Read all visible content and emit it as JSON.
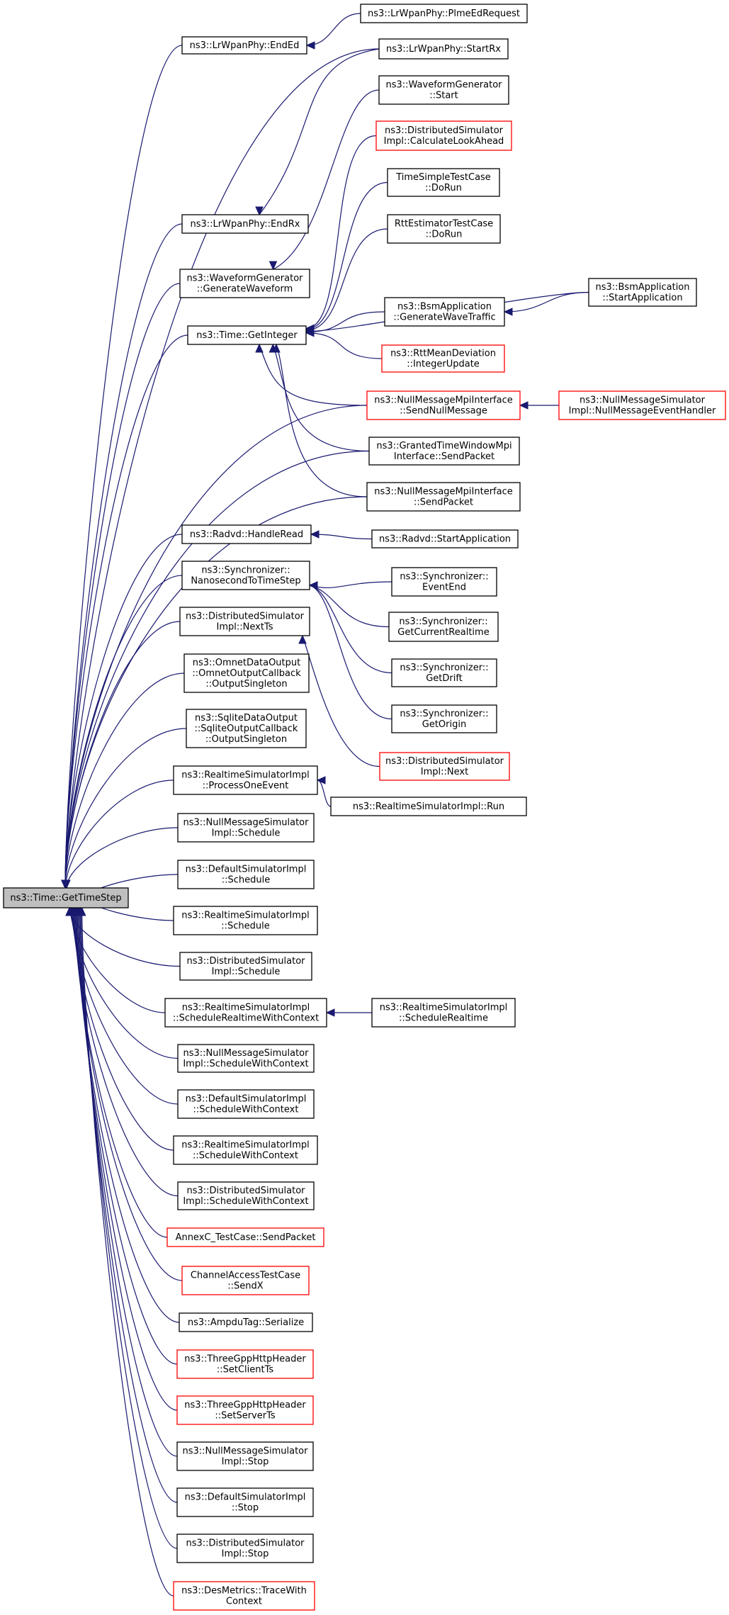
{
  "colors": {
    "edge": "#191970",
    "border": "#000000",
    "red_border": "#ff0000",
    "root_fill": "#bfbfbf"
  },
  "nodes": [
    {
      "id": "root",
      "lines": [
        "ns3::Time::GetTimeStep"
      ],
      "style": "root"
    },
    {
      "id": "endEd",
      "lines": [
        "ns3::LrWpanPhy::EndEd"
      ]
    },
    {
      "id": "plmeEdReq",
      "lines": [
        "ns3::LrWpanPhy::PlmeEdRequest"
      ]
    },
    {
      "id": "startRx",
      "lines": [
        "ns3::LrWpanPhy::StartRx"
      ]
    },
    {
      "id": "wgStart",
      "lines": [
        "ns3::WaveformGenerator",
        "::Start"
      ]
    },
    {
      "id": "dsCalcLook",
      "lines": [
        "ns3::DistributedSimulator",
        "Impl::CalculateLookAhead"
      ],
      "style": "red"
    },
    {
      "id": "timeSimple",
      "lines": [
        "TimeSimpleTestCase",
        "::DoRun"
      ]
    },
    {
      "id": "rttEst",
      "lines": [
        "RttEstimatorTestCase",
        "::DoRun"
      ]
    },
    {
      "id": "endRx",
      "lines": [
        "ns3::LrWpanPhy::EndRx"
      ]
    },
    {
      "id": "wgGen",
      "lines": [
        "ns3::WaveformGenerator",
        "::GenerateWaveform"
      ]
    },
    {
      "id": "bsmStart",
      "lines": [
        "ns3::BsmApplication",
        "::StartApplication"
      ]
    },
    {
      "id": "bsmGen",
      "lines": [
        "ns3::BsmApplication",
        "::GenerateWaveTraffic"
      ]
    },
    {
      "id": "getInt",
      "lines": [
        "ns3::Time::GetInteger"
      ]
    },
    {
      "id": "rttMean",
      "lines": [
        "ns3::RttMeanDeviation",
        "::IntegerUpdate"
      ],
      "style": "red"
    },
    {
      "id": "nmMpiSendNull",
      "lines": [
        "ns3::NullMessageMpiInterface",
        "::SendNullMessage"
      ],
      "style": "red"
    },
    {
      "id": "nmSimHandler",
      "lines": [
        "ns3::NullMessageSimulator",
        "Impl::NullMessageEventHandler"
      ],
      "style": "red"
    },
    {
      "id": "gtwMpi",
      "lines": [
        "ns3::GrantedTimeWindowMpi",
        "Interface::SendPacket"
      ]
    },
    {
      "id": "nmMpiSendPkt",
      "lines": [
        "ns3::NullMessageMpiInterface",
        "::SendPacket"
      ]
    },
    {
      "id": "radvdRead",
      "lines": [
        "ns3::Radvd::HandleRead"
      ]
    },
    {
      "id": "radvdStart",
      "lines": [
        "ns3::Radvd::StartApplication"
      ]
    },
    {
      "id": "syncNano",
      "lines": [
        "ns3::Synchronizer::",
        "NanosecondToTimeStep"
      ]
    },
    {
      "id": "syncEventEnd",
      "lines": [
        "ns3::Synchronizer::",
        "EventEnd"
      ]
    },
    {
      "id": "syncCur",
      "lines": [
        "ns3::Synchronizer::",
        "GetCurrentRealtime"
      ]
    },
    {
      "id": "syncDrift",
      "lines": [
        "ns3::Synchronizer::",
        "GetDrift"
      ]
    },
    {
      "id": "syncOrigin",
      "lines": [
        "ns3::Synchronizer::",
        "GetOrigin"
      ]
    },
    {
      "id": "dsNextTs",
      "lines": [
        "ns3::DistributedSimulator",
        "Impl::NextTs"
      ]
    },
    {
      "id": "dsNext",
      "lines": [
        "ns3::DistributedSimulator",
        "Impl::Next"
      ],
      "style": "red"
    },
    {
      "id": "omnet",
      "lines": [
        "ns3::OmnetDataOutput",
        "::OmnetOutputCallback",
        "::OutputSingleton"
      ]
    },
    {
      "id": "sqlite",
      "lines": [
        "ns3::SqliteDataOutput",
        "::SqliteOutputCallback",
        "::OutputSingleton"
      ]
    },
    {
      "id": "rtProcess",
      "lines": [
        "ns3::RealtimeSimulatorImpl",
        "::ProcessOneEvent"
      ]
    },
    {
      "id": "rtRun",
      "lines": [
        "ns3::RealtimeSimulatorImpl::Run"
      ]
    },
    {
      "id": "nmSched",
      "lines": [
        "ns3::NullMessageSimulator",
        "Impl::Schedule"
      ]
    },
    {
      "id": "defSched",
      "lines": [
        "ns3::DefaultSimulatorImpl",
        "::Schedule"
      ]
    },
    {
      "id": "rtSched",
      "lines": [
        "ns3::RealtimeSimulatorImpl",
        "::Schedule"
      ]
    },
    {
      "id": "dsSched",
      "lines": [
        "ns3::DistributedSimulator",
        "Impl::Schedule"
      ]
    },
    {
      "id": "rtSchedRtCtx",
      "lines": [
        "ns3::RealtimeSimulatorImpl",
        "::ScheduleRealtimeWithContext"
      ]
    },
    {
      "id": "rtSchedRt",
      "lines": [
        "ns3::RealtimeSimulatorImpl",
        "::ScheduleRealtime"
      ]
    },
    {
      "id": "nmSchedCtx",
      "lines": [
        "ns3::NullMessageSimulator",
        "Impl::ScheduleWithContext"
      ]
    },
    {
      "id": "defSchedCtx",
      "lines": [
        "ns3::DefaultSimulatorImpl",
        "::ScheduleWithContext"
      ]
    },
    {
      "id": "rtSchedCtx",
      "lines": [
        "ns3::RealtimeSimulatorImpl",
        "::ScheduleWithContext"
      ]
    },
    {
      "id": "dsSchedCtx",
      "lines": [
        "ns3::DistributedSimulator",
        "Impl::ScheduleWithContext"
      ]
    },
    {
      "id": "annexC",
      "lines": [
        "AnnexC_TestCase::SendPacket"
      ],
      "style": "red"
    },
    {
      "id": "chanAccess",
      "lines": [
        "ChannelAccessTestCase",
        "::SendX"
      ],
      "style": "red"
    },
    {
      "id": "ampdu",
      "lines": [
        "ns3::AmpduTag::Serialize"
      ]
    },
    {
      "id": "httpClient",
      "lines": [
        "ns3::ThreeGppHttpHeader",
        "::SetClientTs"
      ],
      "style": "red"
    },
    {
      "id": "httpServer",
      "lines": [
        "ns3::ThreeGppHttpHeader",
        "::SetServerTs"
      ],
      "style": "red"
    },
    {
      "id": "nmStop",
      "lines": [
        "ns3::NullMessageSimulator",
        "Impl::Stop"
      ]
    },
    {
      "id": "defStop",
      "lines": [
        "ns3::DefaultSimulatorImpl",
        "::Stop"
      ]
    },
    {
      "id": "dsStop",
      "lines": [
        "ns3::DistributedSimulator",
        "Impl::Stop"
      ]
    },
    {
      "id": "desMetrics",
      "lines": [
        "ns3::DesMetrics::TraceWith",
        "Context"
      ],
      "style": "red"
    }
  ],
  "edges": [
    {
      "from": "endEd",
      "to": "root"
    },
    {
      "from": "plmeEdReq",
      "to": "endEd"
    },
    {
      "from": "startRx",
      "to": "root"
    },
    {
      "from": "startRx",
      "to": "endRx"
    },
    {
      "from": "endRx",
      "to": "root"
    },
    {
      "from": "wgStart",
      "to": "wgGen"
    },
    {
      "from": "wgGen",
      "to": "root"
    },
    {
      "from": "dsCalcLook",
      "to": "getInt"
    },
    {
      "from": "timeSimple",
      "to": "getInt"
    },
    {
      "from": "rttEst",
      "to": "getInt"
    },
    {
      "from": "bsmStart",
      "to": "getInt"
    },
    {
      "from": "bsmStart",
      "to": "bsmGen"
    },
    {
      "from": "bsmGen",
      "to": "getInt"
    },
    {
      "from": "getInt",
      "to": "root"
    },
    {
      "from": "rttMean",
      "to": "getInt"
    },
    {
      "from": "nmMpiSendNull",
      "to": "getInt"
    },
    {
      "from": "nmMpiSendNull",
      "to": "root"
    },
    {
      "from": "nmSimHandler",
      "to": "nmMpiSendNull"
    },
    {
      "from": "gtwMpi",
      "to": "getInt"
    },
    {
      "from": "gtwMpi",
      "to": "root"
    },
    {
      "from": "nmMpiSendPkt",
      "to": "getInt"
    },
    {
      "from": "nmMpiSendPkt",
      "to": "root"
    },
    {
      "from": "radvdRead",
      "to": "root"
    },
    {
      "from": "radvdStart",
      "to": "radvdRead"
    },
    {
      "from": "syncNano",
      "to": "root"
    },
    {
      "from": "syncEventEnd",
      "to": "syncNano"
    },
    {
      "from": "syncCur",
      "to": "syncNano"
    },
    {
      "from": "syncDrift",
      "to": "syncNano"
    },
    {
      "from": "syncOrigin",
      "to": "syncNano"
    },
    {
      "from": "dsNextTs",
      "to": "root"
    },
    {
      "from": "dsNext",
      "to": "dsNextTs"
    },
    {
      "from": "omnet",
      "to": "root"
    },
    {
      "from": "sqlite",
      "to": "root"
    },
    {
      "from": "rtProcess",
      "to": "root"
    },
    {
      "from": "rtRun",
      "to": "rtProcess"
    },
    {
      "from": "nmSched",
      "to": "root"
    },
    {
      "from": "defSched",
      "to": "root"
    },
    {
      "from": "rtSched",
      "to": "root"
    },
    {
      "from": "dsSched",
      "to": "root"
    },
    {
      "from": "rtSchedRtCtx",
      "to": "root"
    },
    {
      "from": "rtSchedRt",
      "to": "rtSchedRtCtx"
    },
    {
      "from": "nmSchedCtx",
      "to": "root"
    },
    {
      "from": "defSchedCtx",
      "to": "root"
    },
    {
      "from": "rtSchedCtx",
      "to": "root"
    },
    {
      "from": "dsSchedCtx",
      "to": "root"
    },
    {
      "from": "annexC",
      "to": "root"
    },
    {
      "from": "chanAccess",
      "to": "root"
    },
    {
      "from": "ampdu",
      "to": "root"
    },
    {
      "from": "httpClient",
      "to": "root"
    },
    {
      "from": "httpServer",
      "to": "root"
    },
    {
      "from": "nmStop",
      "to": "root"
    },
    {
      "from": "defStop",
      "to": "root"
    },
    {
      "from": "dsStop",
      "to": "root"
    },
    {
      "from": "desMetrics",
      "to": "root"
    }
  ]
}
